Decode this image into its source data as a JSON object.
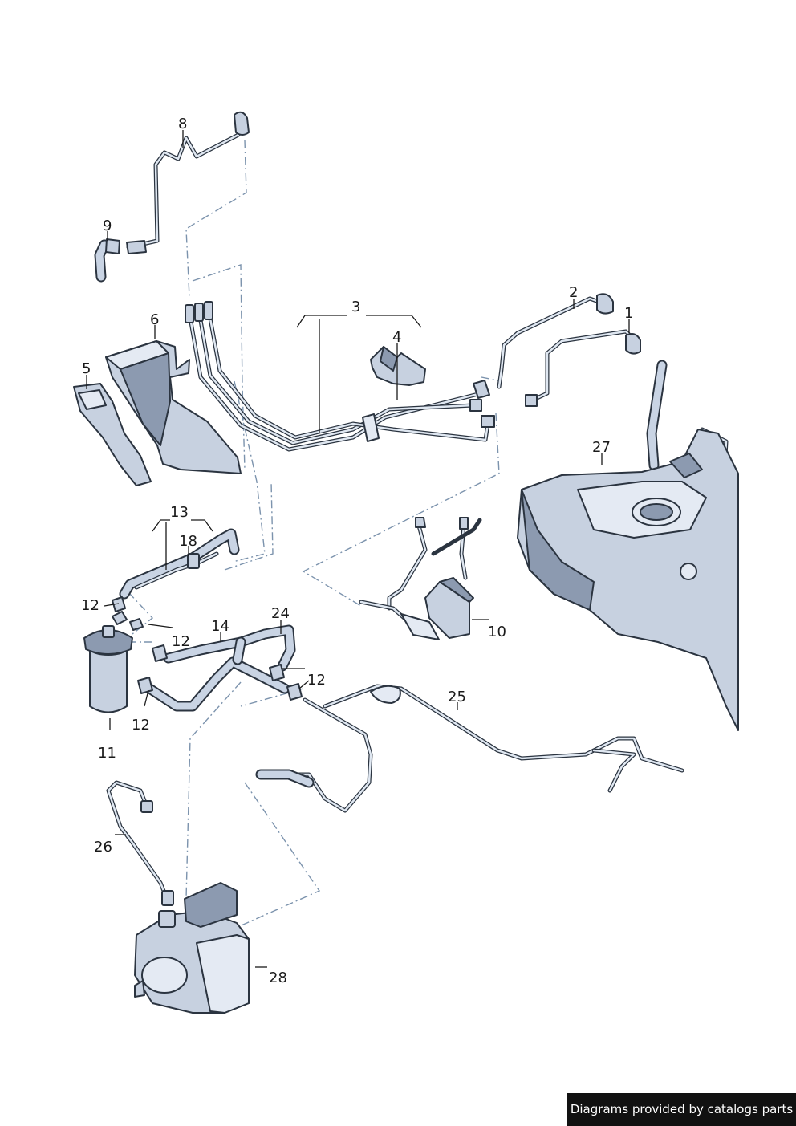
{
  "labels": {
    "p1": "1",
    "p2": "2",
    "p3": "3",
    "p4": "4",
    "p5": "5",
    "p6": "6",
    "p8": "8",
    "p9": "9",
    "p10": "10",
    "p11": "11",
    "p12a": "12",
    "p12b": "12",
    "p12c": "12",
    "p12d": "12",
    "p13": "13",
    "p14": "14",
    "p18": "18",
    "p24": "24",
    "p25": "25",
    "p26": "26",
    "p27": "27",
    "p28": "28"
  },
  "footer": {
    "text": "Diagrams provided by catalogs parts"
  },
  "colors": {
    "line": "#2b3440",
    "fill": "#c7d1e0",
    "dash": "#7c93ad",
    "footer_bg": "#111111"
  }
}
